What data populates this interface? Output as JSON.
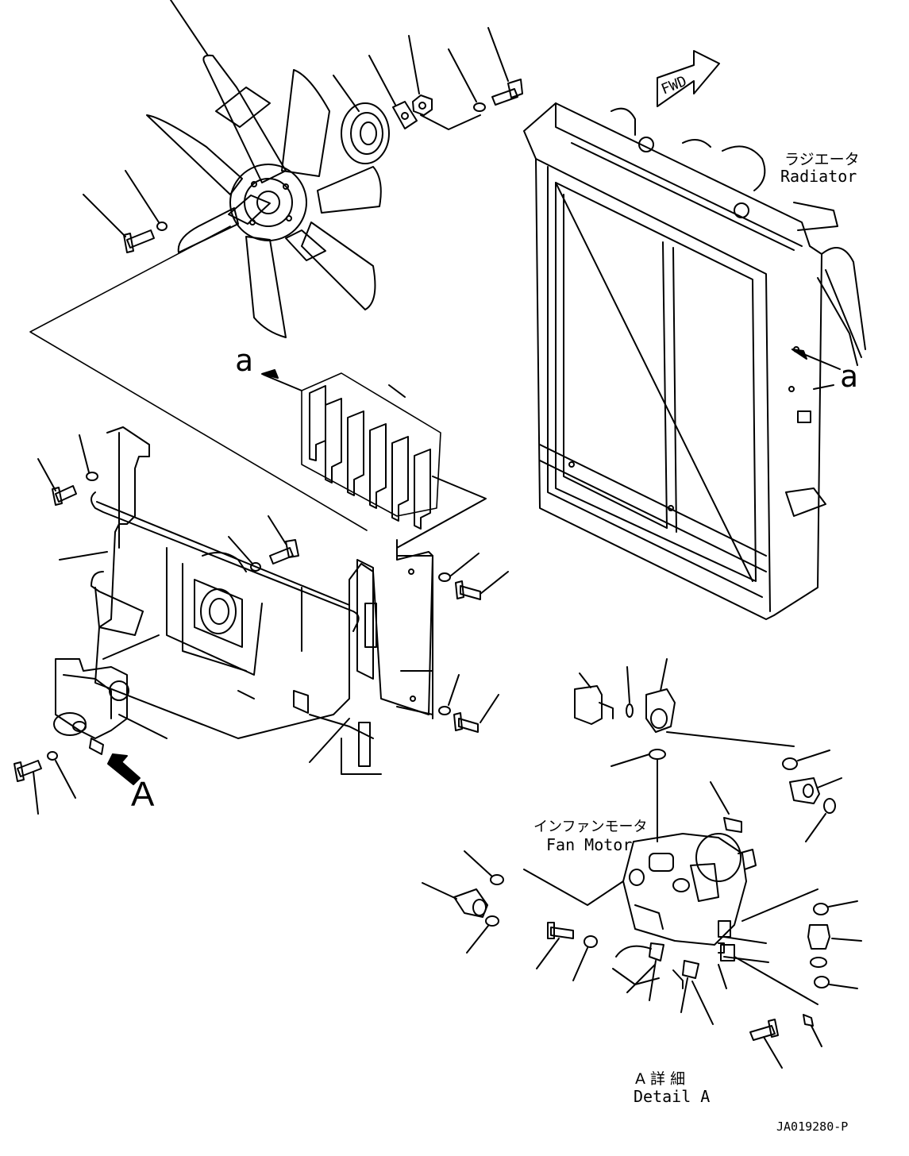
{
  "labels": {
    "radiator_jp": "ラジエータ",
    "radiator_en": "Radiator",
    "fan_motor_jp": "インファンモータ",
    "fan_motor_en": "Fan Motor",
    "detail_jp": "A 詳 細",
    "detail_en": "Detail A",
    "ref_a_left": "a",
    "ref_a_right": "a",
    "view_a": "A",
    "fwd": "FWD",
    "drawing_number": "JA019280-P"
  }
}
